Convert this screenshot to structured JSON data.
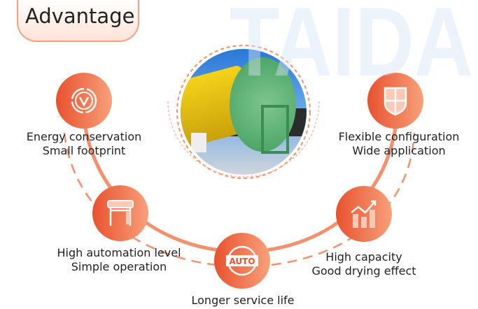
{
  "header": {
    "title": "Advantage"
  },
  "watermark": "TAIDA",
  "accent": "#ef6a45",
  "features": [
    {
      "line1": "Energy conservation",
      "line2": "Small footprint",
      "icon": "energy-cycle-icon"
    },
    {
      "line1": "Flexible configuration",
      "line2": "Wide application",
      "icon": "shield-icon"
    },
    {
      "line1": "High automation level",
      "line2": "Simple operation",
      "icon": "machine-icon"
    },
    {
      "line1": "Longer service life",
      "line2": "",
      "icon": "auto-icon",
      "badge": "AUTO"
    },
    {
      "line1": "High capacity",
      "line2": "Good drying effect",
      "icon": "growth-chart-icon"
    }
  ]
}
